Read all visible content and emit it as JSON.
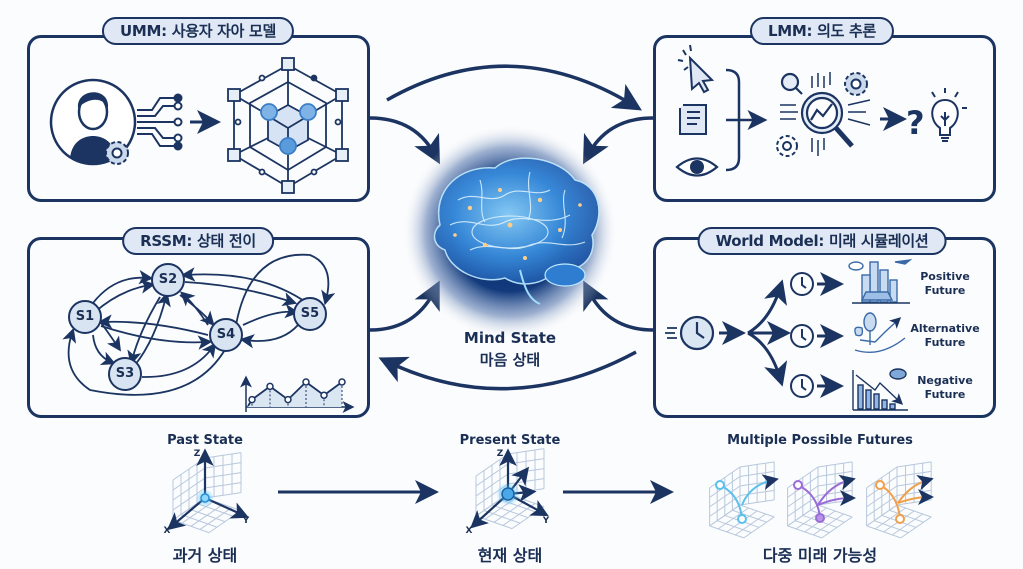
{
  "colors": {
    "navy": "#1b3461",
    "pill_fill": "#dfe8f4",
    "accent_blue": "#4a90d9",
    "future_cyan": "#5bc0eb",
    "future_purple": "#9b6bd8",
    "future_orange": "#f0a04b"
  },
  "panels": {
    "umm": {
      "title": "UMM: 사용자 자아 모델",
      "icons": [
        "user-avatar-icon",
        "gear-icon",
        "circuit-lines-icon",
        "network-cube-icon"
      ]
    },
    "lmm": {
      "title": "LMM: 의도 추론",
      "icons": [
        "cursor-click-icon",
        "document-scroll-icon",
        "eye-icon",
        "magnifier-analysis-icon",
        "gear-icon",
        "question-mark-icon",
        "lightbulb-icon"
      ]
    },
    "rssm": {
      "title": "RSSM: 상태 전이",
      "states": [
        "S1",
        "S2",
        "S3",
        "S4",
        "S5"
      ],
      "mini_chart_values": [
        1,
        4,
        1,
        5,
        2,
        5
      ]
    },
    "world_model": {
      "title": "World Model: 미래 시뮬레이션",
      "futures": [
        {
          "line1": "Positive",
          "line2": "Future",
          "icon": "city-icon"
        },
        {
          "line1": "Alternative",
          "line2": "Future",
          "icon": "plant-growth-icon"
        },
        {
          "line1": "Negative",
          "line2": "Future",
          "icon": "declining-chart-icon"
        }
      ]
    }
  },
  "center": {
    "title_en": "Mind State",
    "title_ko": "마음 상태",
    "icon": "brain-icon"
  },
  "timeline": {
    "past": {
      "title": "Past State",
      "label": "과거 상태",
      "axes": [
        "Z",
        "X",
        "Y"
      ]
    },
    "present": {
      "title": "Present State",
      "label": "현재 상태",
      "axes": [
        "Z",
        "X",
        "Y"
      ]
    },
    "futures": {
      "title": "Multiple Possible Futures",
      "label": "다중 미래 가능성"
    }
  }
}
